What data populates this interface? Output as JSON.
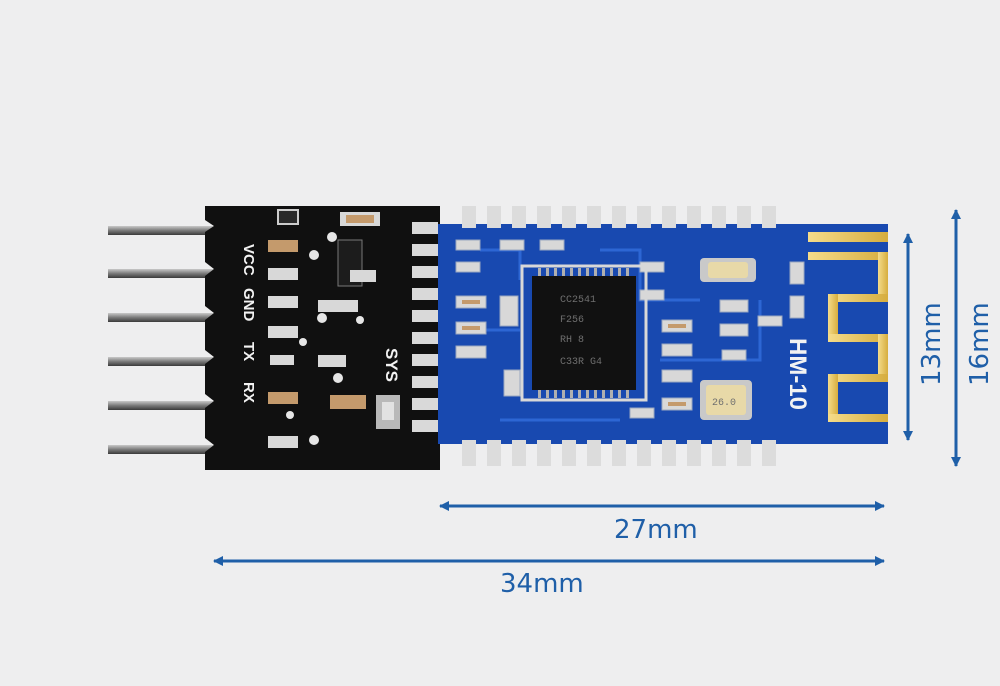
{
  "product": {
    "module_label": "HM-10",
    "pins": [
      "VCC",
      "GND",
      "TX",
      "RX"
    ],
    "status_label": "SYS",
    "chip_markings": [
      "CC2541",
      "F256",
      "RH 8",
      "C33R G4"
    ],
    "crystal_marking": "26.0"
  },
  "dimensions": {
    "inner_height": "13mm",
    "outer_height": "16mm",
    "module_length": "27mm",
    "total_length": "34mm"
  },
  "colors": {
    "pcb_black": "#101010",
    "pcb_blue": "#1849b0",
    "antenna_gold": "#e8c45a",
    "dimension_blue": "#1f5fa8",
    "header_pin": "#8a8a8a"
  }
}
